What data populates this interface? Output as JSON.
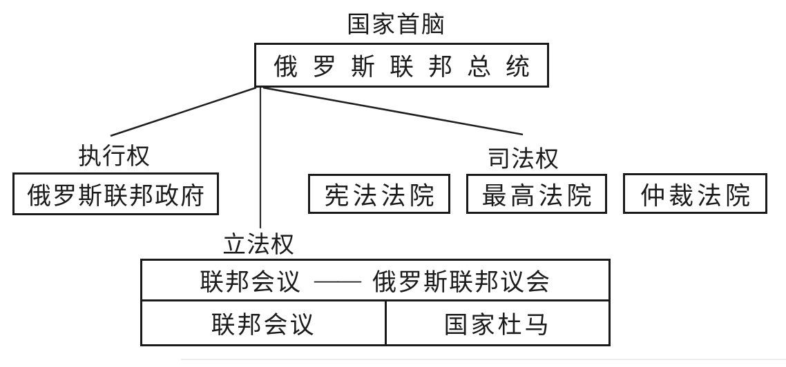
{
  "colors": {
    "ink": "#1b1b1b",
    "paper": "#ffffff"
  },
  "diagram": {
    "title": "国家首脑",
    "president_box": "俄罗斯联邦总统",
    "executive": {
      "label": "执行权",
      "government_box": "俄罗斯联邦政府"
    },
    "judicial": {
      "label": "司法权",
      "courts": [
        "宪法法院",
        "最高法院",
        "仲裁法院"
      ]
    },
    "legislative": {
      "label": "立法权",
      "assembly_row": {
        "left": "联邦会议",
        "dash": "——",
        "right": "俄罗斯联邦议会"
      },
      "lower_row": {
        "left": "联邦会议",
        "right": "国家杜马"
      }
    }
  }
}
